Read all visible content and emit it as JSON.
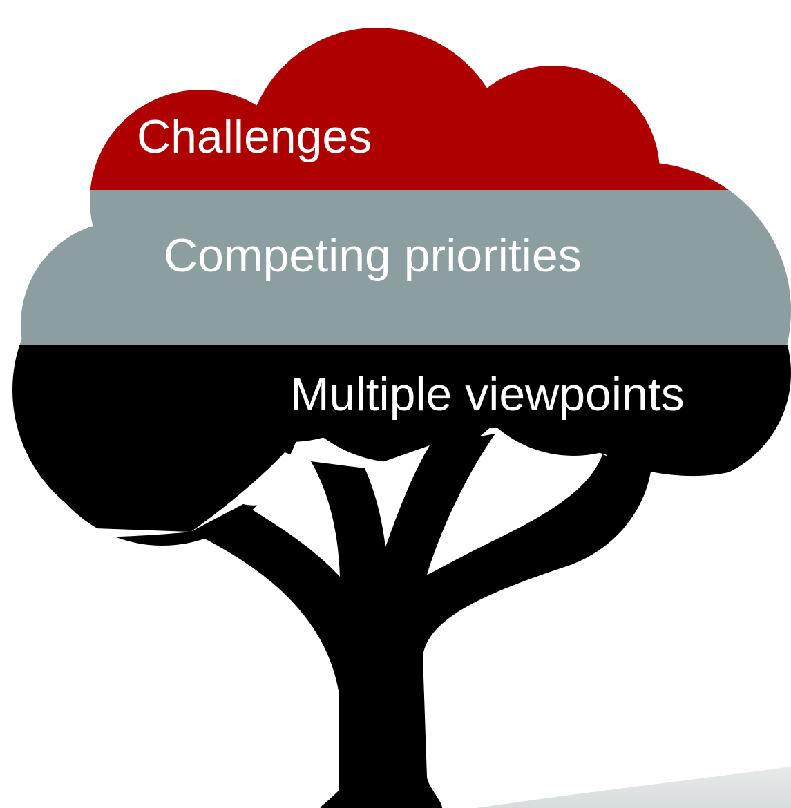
{
  "labels": {
    "top": "Challenges",
    "middle": "Competing priorities",
    "bottom": "Multiple viewpoints"
  },
  "colors": {
    "top_band": "#ae0000",
    "middle_band": "#8c9ea0",
    "bottom_band": "#000000",
    "text": "#ffffff",
    "background": "#ffffff"
  },
  "icon": "tree-icon"
}
